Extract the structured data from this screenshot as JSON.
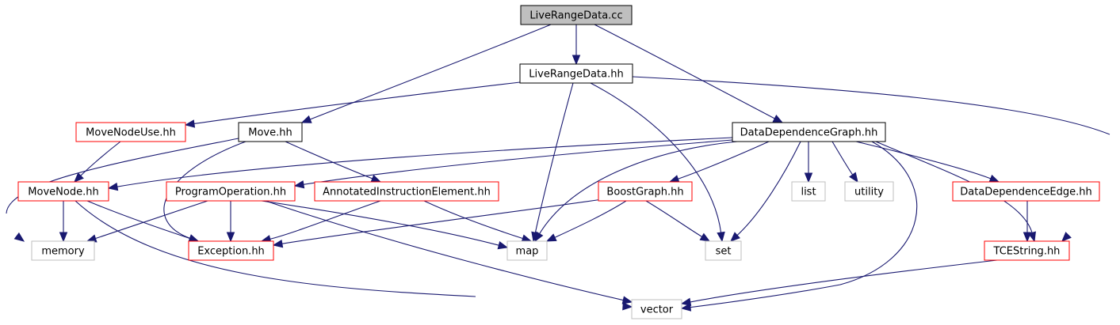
{
  "title": "LiveRangeData.cc",
  "nodes": [
    {
      "id": "root",
      "label": "LiveRangeData.cc",
      "style": "root"
    },
    {
      "id": "lrd_hh",
      "label": "LiveRangeData.hh",
      "style": "black"
    },
    {
      "id": "mnu",
      "label": "MoveNodeUse.hh",
      "style": "red"
    },
    {
      "id": "move",
      "label": "Move.hh",
      "style": "black"
    },
    {
      "id": "ddg",
      "label": "DataDependenceGraph.hh",
      "style": "black"
    },
    {
      "id": "movenode",
      "label": "MoveNode.hh",
      "style": "red"
    },
    {
      "id": "progop",
      "label": "ProgramOperation.hh",
      "style": "red"
    },
    {
      "id": "aie",
      "label": "AnnotatedInstructionElement.hh",
      "style": "red"
    },
    {
      "id": "boost",
      "label": "BoostGraph.hh",
      "style": "red"
    },
    {
      "id": "list",
      "label": "list",
      "style": "gray"
    },
    {
      "id": "utility",
      "label": "utility",
      "style": "gray"
    },
    {
      "id": "dde",
      "label": "DataDependenceEdge.hh",
      "style": "red"
    },
    {
      "id": "memory",
      "label": "memory",
      "style": "gray"
    },
    {
      "id": "exception",
      "label": "Exception.hh",
      "style": "red"
    },
    {
      "id": "map",
      "label": "map",
      "style": "gray"
    },
    {
      "id": "set",
      "label": "set",
      "style": "gray"
    },
    {
      "id": "tcestring",
      "label": "TCEString.hh",
      "style": "red"
    },
    {
      "id": "vector",
      "label": "vector",
      "style": "gray"
    }
  ],
  "edges": [
    [
      "root",
      "lrd_hh"
    ],
    [
      "root",
      "move"
    ],
    [
      "root",
      "ddg"
    ],
    [
      "lrd_hh",
      "mnu"
    ],
    [
      "lrd_hh",
      "map"
    ],
    [
      "lrd_hh",
      "set"
    ],
    [
      "lrd_hh",
      "tcestring"
    ],
    [
      "mnu",
      "movenode"
    ],
    [
      "move",
      "memory"
    ],
    [
      "move",
      "exception"
    ],
    [
      "move",
      "aie"
    ],
    [
      "ddg",
      "movenode"
    ],
    [
      "ddg",
      "progop"
    ],
    [
      "ddg",
      "map"
    ],
    [
      "ddg",
      "boost"
    ],
    [
      "ddg",
      "list"
    ],
    [
      "ddg",
      "utility"
    ],
    [
      "ddg",
      "dde"
    ],
    [
      "ddg",
      "set"
    ],
    [
      "ddg",
      "vector"
    ],
    [
      "ddg",
      "tcestring"
    ],
    [
      "movenode",
      "memory"
    ],
    [
      "movenode",
      "exception"
    ],
    [
      "movenode",
      "vector"
    ],
    [
      "progop",
      "memory"
    ],
    [
      "progop",
      "exception"
    ],
    [
      "progop",
      "map"
    ],
    [
      "progop",
      "vector"
    ],
    [
      "aie",
      "exception"
    ],
    [
      "aie",
      "map"
    ],
    [
      "boost",
      "exception"
    ],
    [
      "boost",
      "map"
    ],
    [
      "boost",
      "set"
    ],
    [
      "dde",
      "tcestring"
    ],
    [
      "tcestring",
      "vector"
    ]
  ],
  "colors": {
    "edge": "#191970",
    "root_fill": "#bfbfbf",
    "black_border": "#000000",
    "red_border": "#ff0000",
    "gray_border": "#bfbfbf"
  }
}
